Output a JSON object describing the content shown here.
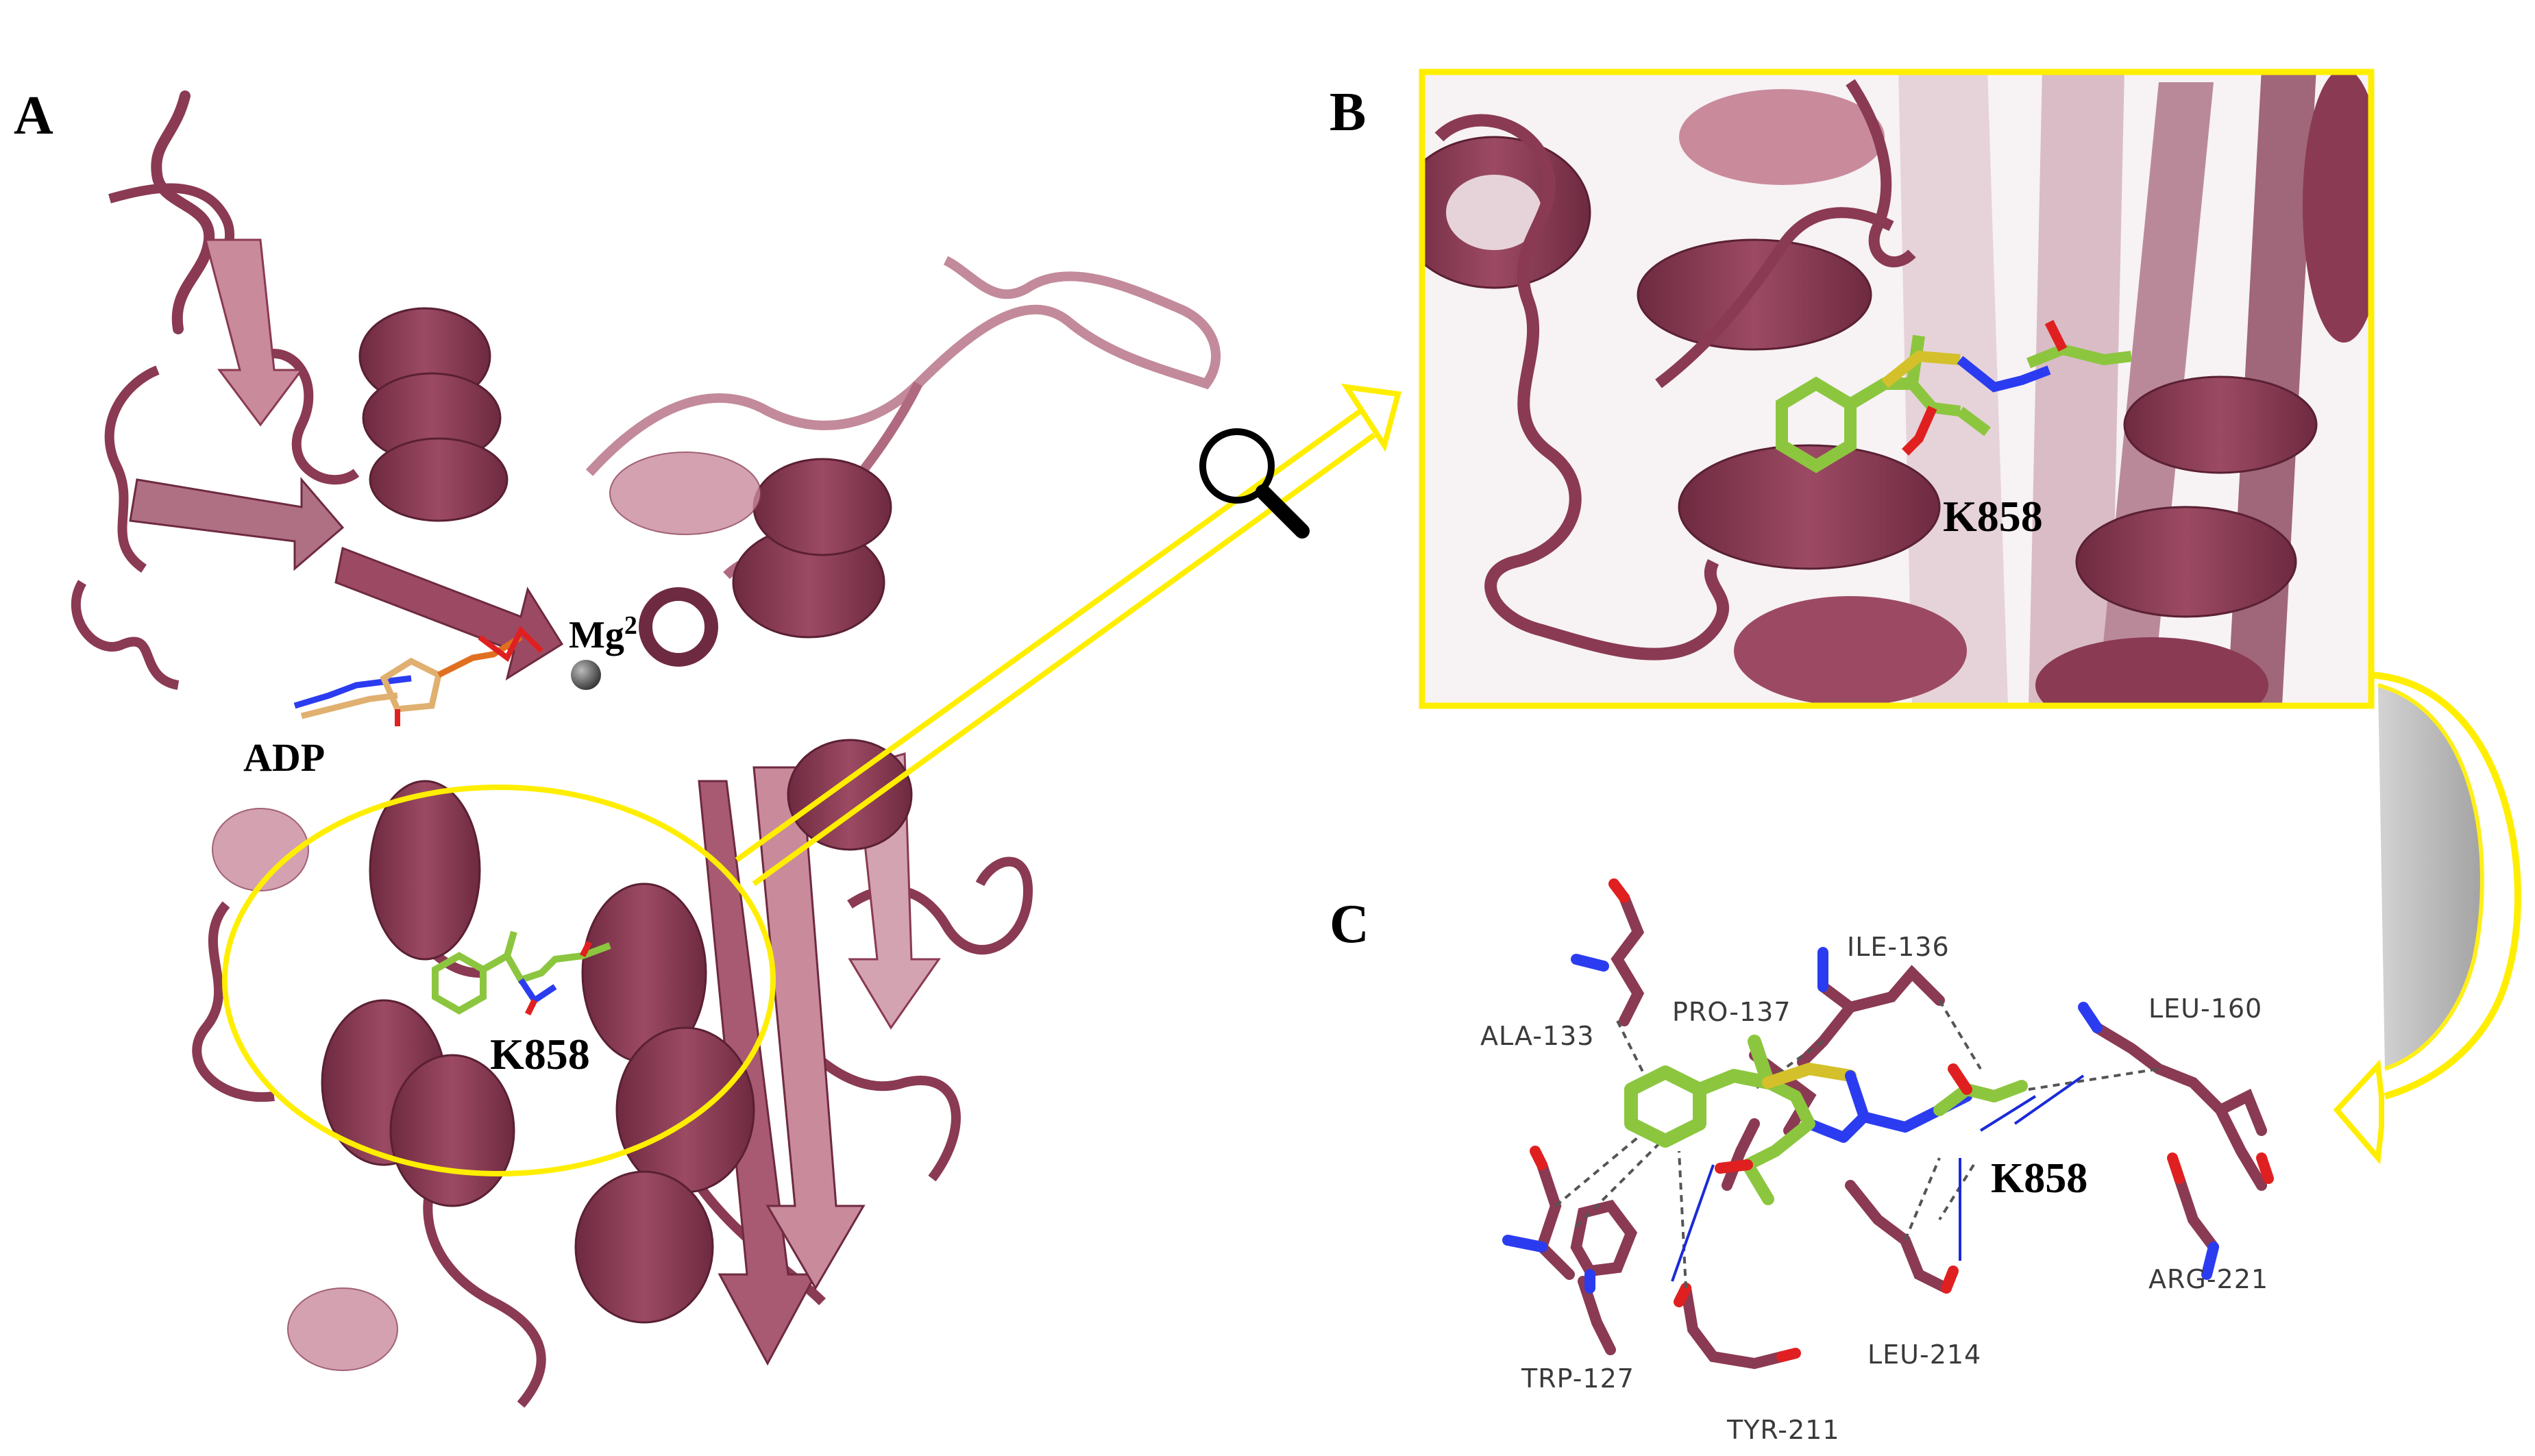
{
  "panels": {
    "a": {
      "letter": "A",
      "labels": {
        "ligand": "K858",
        "cofactor": "ADP",
        "ion": "Mg",
        "ion_superscript": "2"
      }
    },
    "b": {
      "letter": "B",
      "labels": {
        "ligand": "K858"
      }
    },
    "c": {
      "letter": "C",
      "labels": {
        "ligand": "K858"
      },
      "residues": [
        "ALA-133",
        "ILE-136",
        "PRO-137",
        "LEU-160",
        "TRP-127",
        "TYR-211",
        "LEU-214",
        "ARG-221"
      ]
    }
  },
  "colors": {
    "protein": "#8a3a52",
    "protein_light": "#b06a80",
    "ligand_carbon": "#8cc63f",
    "nitrogen": "#2b3cf0",
    "oxygen": "#e02020",
    "sulfur": "#d4c02a",
    "highlight": "#ffee00",
    "hbond": "#1a2bd8",
    "hydrophobic": "#555555"
  },
  "icons": [
    "magnifier-icon",
    "zoom-arrow",
    "curved-arrow"
  ]
}
